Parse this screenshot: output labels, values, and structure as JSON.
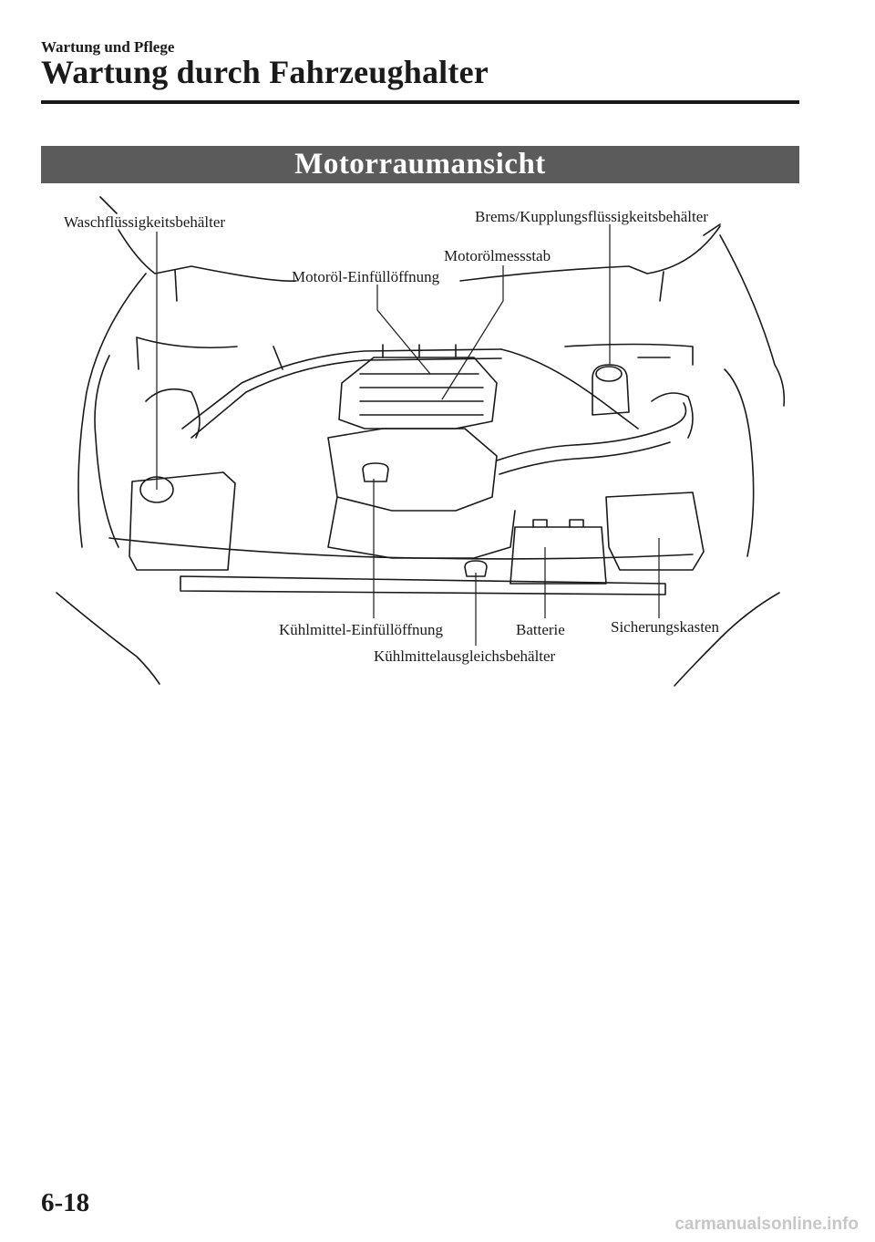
{
  "header": {
    "section": "Wartung und Pflege",
    "title": "Wartung durch Fahrzeughalter"
  },
  "banner": {
    "title": "Motorraumansicht"
  },
  "labels": {
    "washer_reservoir": "Waschflüssigkeitsbehälter",
    "brake_clutch_reservoir": "Brems/Kupplungsflüssigkeitsbehälter",
    "oil_dipstick": "Motorölmessstab",
    "oil_filler": "Motoröl-Einfüllöffnung",
    "coolant_filler": "Kühlmittel-Einfüllöffnung",
    "battery": "Batterie",
    "fuse_box": "Sicherungskasten",
    "coolant_expansion_tank": "Kühlmittelausgleichsbehälter"
  },
  "footer": {
    "page_number": "6-18",
    "watermark": "carmanualsonline.info"
  }
}
